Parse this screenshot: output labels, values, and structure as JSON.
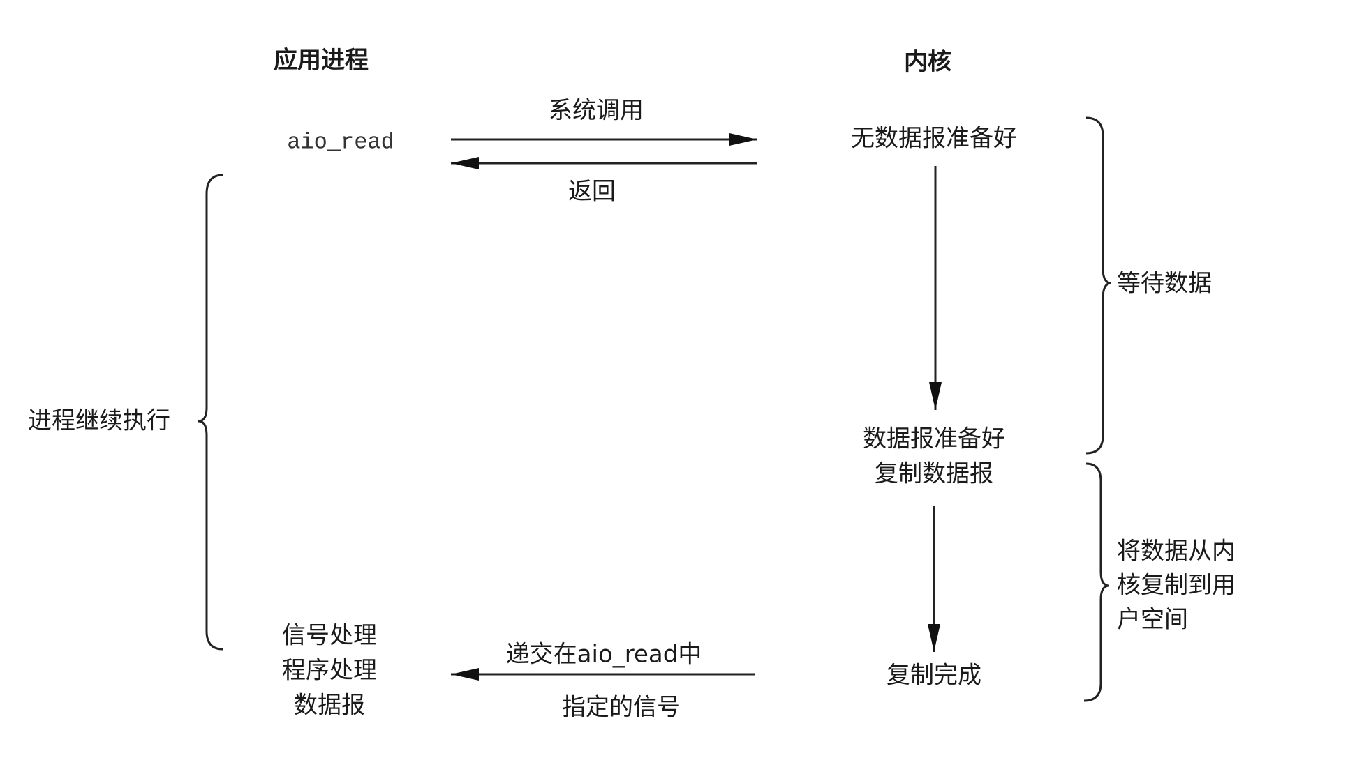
{
  "headers": {
    "app_process": "应用进程",
    "kernel": "内核"
  },
  "calls": {
    "syscall": "系统调用",
    "aio_read": "aio_read",
    "return": "返回",
    "deliver_line1": "递交在aio_read中",
    "deliver_line2": "指定的信号"
  },
  "kernel_states": {
    "no_datagram": "无数据报准备好",
    "datagram_ready": "数据报准备好",
    "copy_datagram": "复制数据报",
    "copy_done": "复制完成"
  },
  "phases": {
    "wait_data": "等待数据",
    "copy_line1": "将数据从内",
    "copy_line2": "核复制到用",
    "copy_line3": "户空间"
  },
  "process": {
    "continue": "进程继续执行",
    "handler_line1": "信号处理",
    "handler_line2": "程序处理",
    "handler_line3": "数据报"
  }
}
